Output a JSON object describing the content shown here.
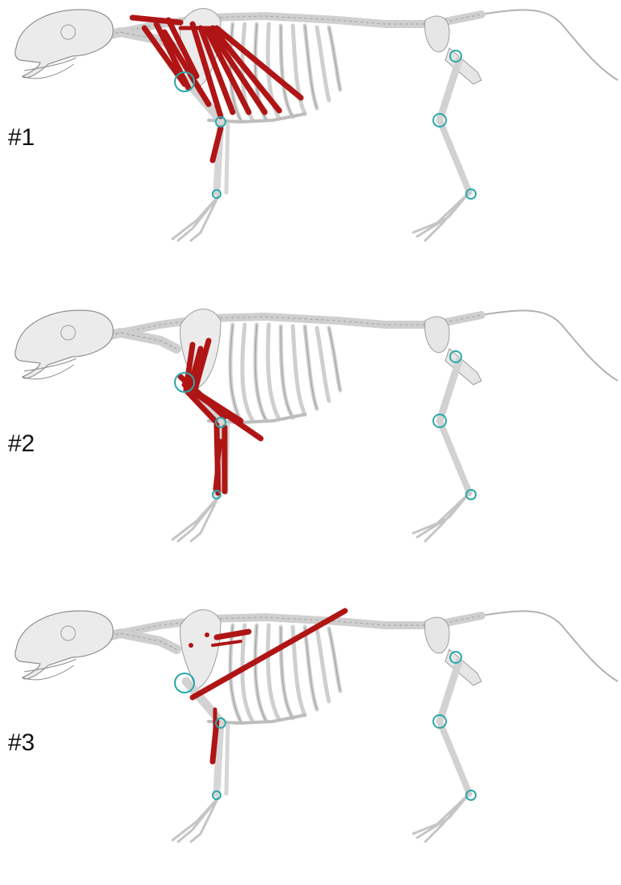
{
  "panels": [
    {
      "label": "#1"
    },
    {
      "label": "#2"
    },
    {
      "label": "#3"
    }
  ],
  "colors": {
    "bone": "#e9e9e9",
    "bone_stroke": "#9c9c9c",
    "muscle": "#b01515",
    "joint": "#2ba8a8",
    "label": "#111111"
  }
}
